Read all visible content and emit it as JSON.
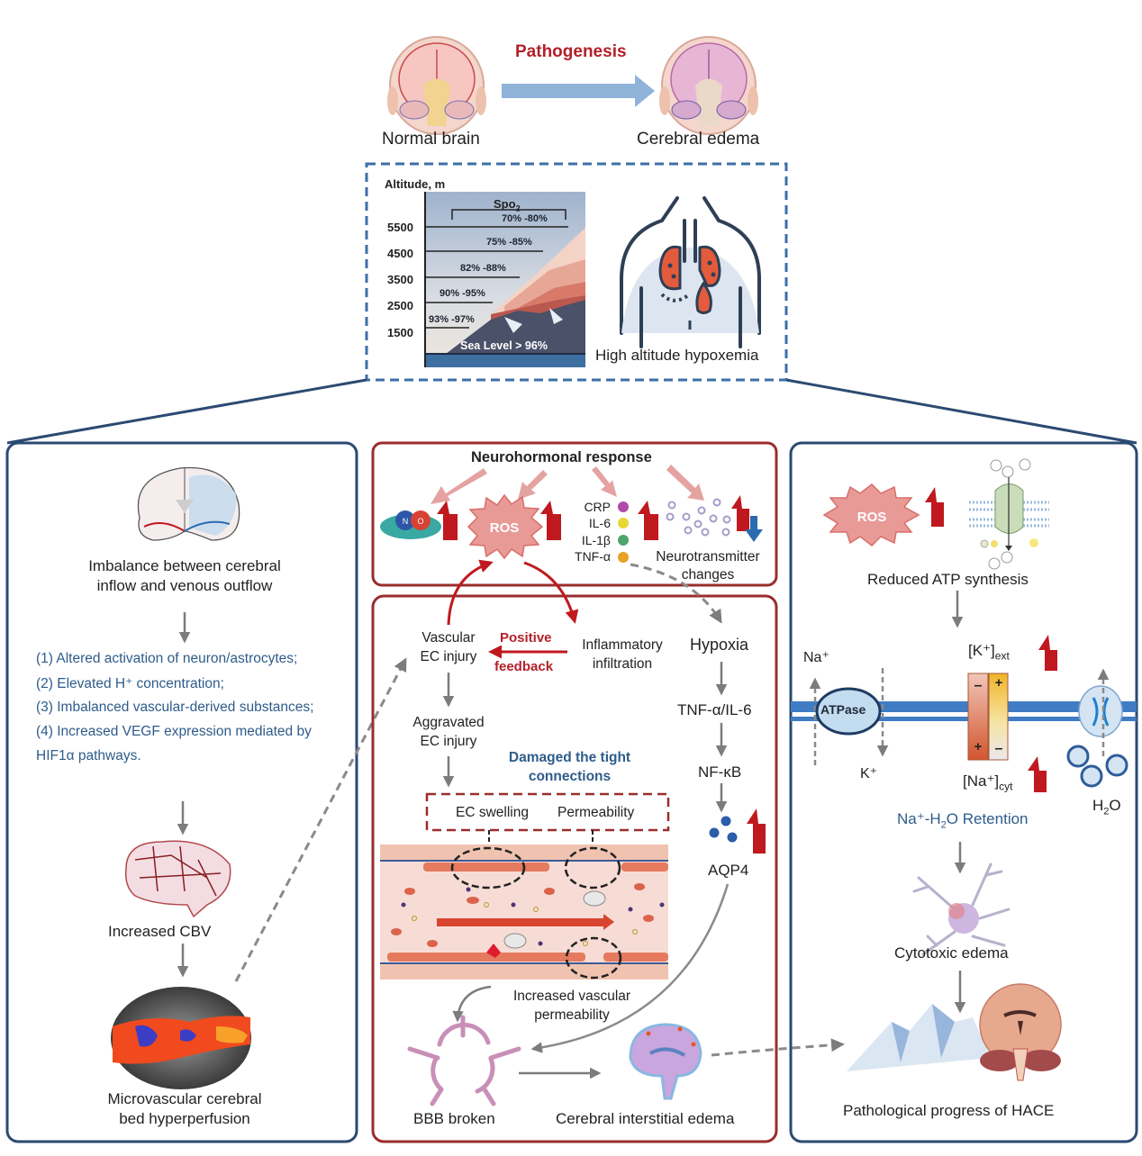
{
  "header": {
    "title": "Pathogenesis",
    "left_label": "Normal brain",
    "right_label": "Cerebral edema"
  },
  "altitude_box": {
    "axis_title": "Altitude, m",
    "spo2_label": "Spo",
    "spo2_sub": "2",
    "ticks": [
      "5500",
      "4500",
      "3500",
      "2500",
      "1500"
    ],
    "ranges": [
      "70% -80%",
      "75% -85%",
      "82% -88%",
      "90% -95%",
      "93% -97%"
    ],
    "sea_level": "Sea Level > 96%",
    "hypoxemia_label": "High altitude hypoxemia"
  },
  "left_panel": {
    "heading_line1": "Imbalance between cerebral",
    "heading_line2": "inflow and venous outflow",
    "list": [
      "(1) Altered activation  of neuron/astrocytes;",
      "(2) Elevated H⁺ concentration;",
      "(3) Imbalanced vascular-derived substances;",
      "(4) Increased VEGF expression mediated by",
      "HIF1α pathways."
    ],
    "cbv_label": "Increased CBV",
    "perfusion_line1": "Microvascular cerebral",
    "perfusion_line2": "bed hyperperfusion"
  },
  "neuro_panel": {
    "title": "Neurohormonal response",
    "no_n": "N",
    "no_o": "O",
    "ros": "ROS",
    "cytokines": [
      {
        "name": "CRP",
        "color": "#b04aa8"
      },
      {
        "name": "IL-6",
        "color": "#e6d832"
      },
      {
        "name": "IL-1β",
        "color": "#4fa56a"
      },
      {
        "name": "TNF-α",
        "color": "#e7a127"
      }
    ],
    "neuro_line1": "Neurotransmitter",
    "neuro_line2": "changes"
  },
  "center_panel": {
    "vascular_line1": "Vascular",
    "vascular_line2": "EC injury",
    "positive": "Positive",
    "feedback": "feedback",
    "inflam_line1": "Inflammatory",
    "inflam_line2": "infiltration",
    "hypoxia": "Hypoxia",
    "tnf_il6": "TNF-α/IL-6",
    "nfkb": "NF-κB",
    "aqp4": "AQP4",
    "aggravated_line1": "Aggravated",
    "aggravated_line2": "EC injury",
    "damaged_line1": "Damaged the tight",
    "damaged_line2": "connections",
    "ec_swelling": "EC swelling",
    "permeability": "Permeability",
    "increased_line1": "Increased vascular",
    "increased_line2": "permeability",
    "bbb": "BBB broken",
    "interstitial": "Cerebral interstitial edema"
  },
  "right_panel": {
    "ros": "ROS",
    "atp_label": "Reduced ATP synthesis",
    "na_plus": "Na⁺",
    "k_plus": "K⁺",
    "atpase": "ATPase",
    "k_ext": "[K⁺]",
    "k_ext_sub": "ext",
    "na_cyt": "[Na⁺]",
    "na_cyt_sub": "cyt",
    "h2o": "H",
    "h2o_sub": "2",
    "h2o_end": "O",
    "retention_pre": "Na⁺-H",
    "retention_sub": "2",
    "retention_post": "O Retention",
    "cytotoxic": "Cytotoxic edema",
    "hace": "Pathological progress of HACE"
  },
  "colors": {
    "navy": "#2b4a72",
    "dark_red": "#9b2d2d",
    "accent_red": "#c0181f",
    "blue_text": "#2e5c8a",
    "arrow_gray": "#7c7c7c",
    "light_blue_arrow": "#8fb3d9",
    "dashed_blue": "#3d6fa8"
  }
}
